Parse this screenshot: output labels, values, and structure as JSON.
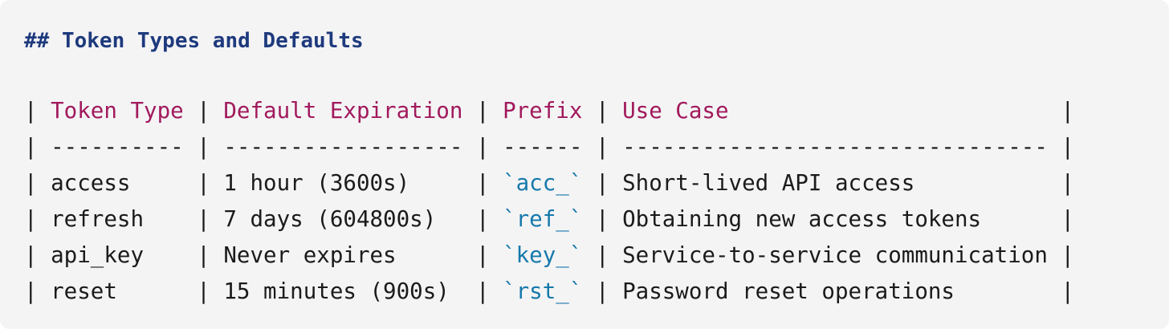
{
  "colors": {
    "page_background": "#ffffff",
    "panel_background": "#f4f4f5",
    "heading_text": "#1e3a7d",
    "table_header_text": "#a11a5c",
    "inline_code_text": "#1779ab",
    "body_text": "#1b1b1b"
  },
  "heading": {
    "text": "## Token Types and Defaults"
  },
  "table": {
    "delim": {
      "start": "| ",
      "mid": " | ",
      "end": " |"
    },
    "column_widths": {
      "token_type": 10,
      "default_expiration": 18,
      "prefix": 6,
      "use_case": 32
    },
    "header": {
      "token_type": "Token Type",
      "default_expiration": "Default Expiration",
      "prefix": "Prefix",
      "use_case": "Use Case"
    },
    "separator": {
      "token_type": "----------",
      "default_expiration": "------------------",
      "prefix": "------",
      "use_case": "--------------------------------"
    },
    "rows": [
      {
        "token_type": "access",
        "default_expiration": "1 hour (3600s)",
        "prefix": "`acc_`",
        "use_case": "Short-lived API access"
      },
      {
        "token_type": "refresh",
        "default_expiration": "7 days (604800s)",
        "prefix": "`ref_`",
        "use_case": "Obtaining new access tokens"
      },
      {
        "token_type": "api_key",
        "default_expiration": "Never expires",
        "prefix": "`key_`",
        "use_case": "Service-to-service communication"
      },
      {
        "token_type": "reset",
        "default_expiration": "15 minutes (900s)",
        "prefix": "`rst_`",
        "use_case": "Password reset operations"
      }
    ]
  }
}
